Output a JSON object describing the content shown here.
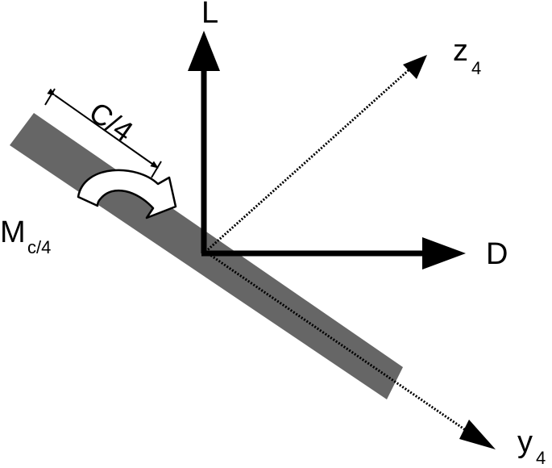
{
  "diagram": {
    "labels": {
      "lift": "L",
      "drag": "D",
      "z_axis_letter": "z",
      "z_axis_subscript": "4",
      "y_axis_letter": "y",
      "y_axis_subscript": "4",
      "moment_letter": "M",
      "moment_subscript": "c/4",
      "quarter_chord": "C/4"
    },
    "colors": {
      "airfoil": "#666666",
      "axes": "#000000",
      "moment_arrow_fill": "#ffffff",
      "background": "#ffffff"
    }
  }
}
